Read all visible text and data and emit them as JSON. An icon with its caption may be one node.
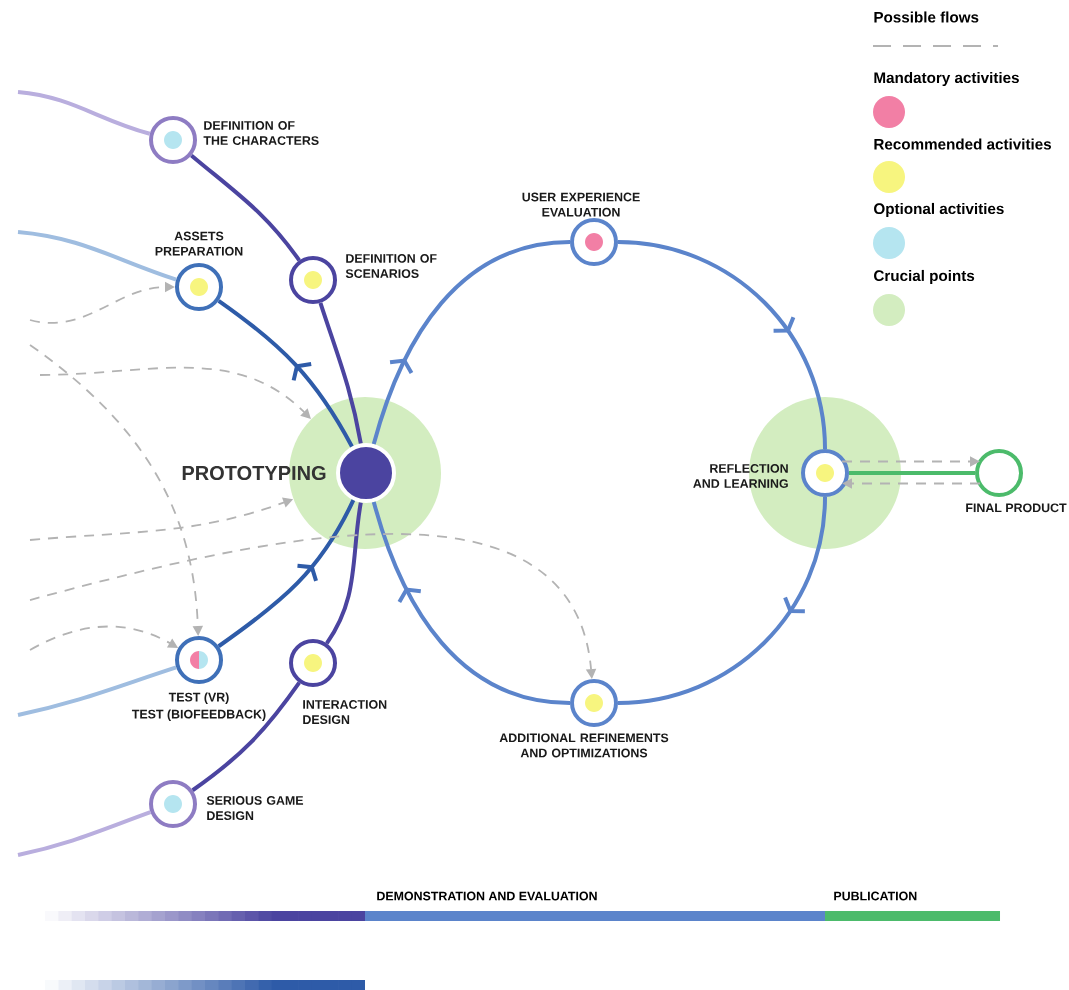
{
  "diagram": {
    "nodes": [
      {
        "text": [
          "DEFINITION OF THE CHARACTERS"
        ]
      },
      {
        "text": [
          "ASSETS PREPARATION"
        ]
      },
      {
        "text": [
          "DEFINITION OF SCENARIOS"
        ]
      },
      {
        "text": [],
        "shape": "circle"
      },
      {
        "text": [
          "PROTOTYPING"
        ],
        "in": 3
      },
      {
        "text": [
          "TEST (VR)",
          "TEST (BIOFEEDBACK)"
        ]
      },
      {
        "text": [
          "INTERACTION DESIGN"
        ]
      },
      {
        "text": [
          "SERIOUS GAME DESIGN"
        ]
      },
      {
        "text": [
          "USER EXPERIENCE EVALUATION"
        ]
      },
      {
        "text": [],
        "shape": "circle"
      },
      {
        "text": [
          "REFLECTION AND LEARNING"
        ],
        "in": 9
      },
      {
        "text": [
          "FINAL PRODUCT"
        ]
      },
      {
        "text": [
          "ADDITIONAL REFINEMENTS AND OPTIMIZATIONS"
        ]
      }
    ],
    "edges": [
      {
        "from": null,
        "to": 0,
        "arrow": "none",
        "color": "#b9aede"
      },
      {
        "from": 0,
        "to": 2,
        "arrow": "none",
        "color": "#4b44a0"
      },
      {
        "from": 2,
        "to": 4,
        "arrow": "none",
        "color": "#4b44a0"
      },
      {
        "from": null,
        "to": 1,
        "arrow": "none",
        "color": "#9fbde0"
      },
      {
        "from": 4,
        "to": 1,
        "arrow": "to",
        "color": "#2e5ba8"
      },
      {
        "from": 4,
        "to": 8,
        "arrow": "to",
        "color": "#5b84cb"
      },
      {
        "from": 8,
        "to": 10,
        "arrow": "to",
        "color": "#5b84cb"
      },
      {
        "from": 10,
        "to": 12,
        "arrow": "to",
        "color": "#5b84cb"
      },
      {
        "from": 12,
        "to": 4,
        "arrow": "to",
        "color": "#5b84cb"
      },
      {
        "from": 4,
        "to": 6,
        "arrow": "none",
        "color": "#4b44a0"
      },
      {
        "from": 6,
        "to": 7,
        "arrow": "none",
        "color": "#4b44a0"
      },
      {
        "from": 5,
        "to": 4,
        "arrow": "to",
        "color": "#2e5ba8"
      },
      {
        "from": null,
        "to": 5,
        "arrow": "none",
        "color": "#9fbde0"
      },
      {
        "from": null,
        "to": 7,
        "arrow": "none",
        "color": "#b9aede"
      },
      {
        "from": 10,
        "to": 11,
        "arrow": "none",
        "color": "#4cbb6b"
      },
      {
        "from": 10,
        "to": 11,
        "arrow": "to",
        "style": "dashed",
        "color": "#b3b3b3"
      },
      {
        "from": 11,
        "to": 10,
        "arrow": "to",
        "style": "dashed",
        "color": "#b3b3b3"
      },
      {
        "from": null,
        "to": 3,
        "arrow": "to",
        "style": "dashed"
      },
      {
        "from": null,
        "to": 5,
        "arrow": "to",
        "style": "dashed"
      },
      {
        "from": null,
        "to": 3,
        "arrow": "to",
        "style": "dashed"
      },
      {
        "from": null,
        "to": 12,
        "arrow": "to",
        "style": "dashed"
      },
      {
        "from": null,
        "to": 5,
        "arrow": "to",
        "style": "dashed"
      },
      {
        "from": null,
        "to": 1,
        "arrow": "to",
        "style": "dashed"
      }
    ],
    "labels": [
      "DEMONSTRATION AND EVALUATION",
      "PUBLICATION"
    ],
    "legend": [
      {
        "text": "Possible flows"
      },
      {
        "text": "Mandatory activities",
        "color": "#f27fa5"
      },
      {
        "text": "Recommended activities",
        "color": "#f7f57f"
      },
      {
        "text": "Optional activities",
        "color": "#b5e5f0"
      },
      {
        "text": "Crucial points",
        "color": "#d3edc0"
      }
    ]
  }
}
